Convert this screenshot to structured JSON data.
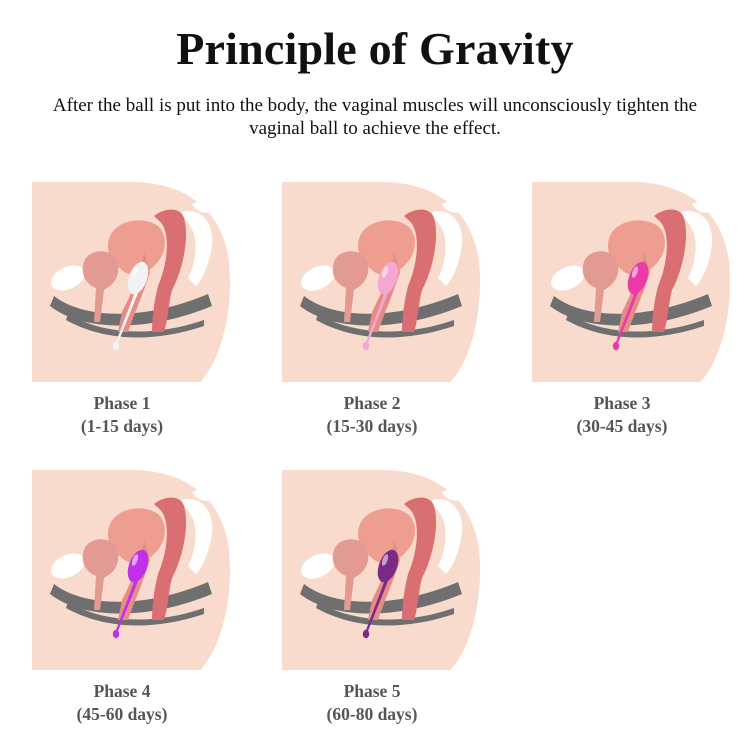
{
  "header": {
    "title": "Principle of Gravity",
    "subtitle": "After the ball is put into the body, the vaginal muscles will unconsciously tighten the vaginal ball to achieve the effect."
  },
  "phases": [
    {
      "label": "Phase 1",
      "days": "(1-15 days)",
      "ball_color": "#f2f2f2"
    },
    {
      "label": "Phase 2",
      "days": "(15-30 days)",
      "ball_color": "#f4a7d0"
    },
    {
      "label": "Phase 3",
      "days": "(30-45 days)",
      "ball_color": "#ea3ba9"
    },
    {
      "label": "Phase 4",
      "days": "(45-60 days)",
      "ball_color": "#c22fe8"
    },
    {
      "label": "Phase 5",
      "days": "(60-80 days)",
      "ball_color": "#7b2a88"
    }
  ],
  "colors": {
    "skin": "#f8dbcc",
    "muscle": "#d96f72",
    "bladder": "#e39a92",
    "uterus": "#ee9e90",
    "bone": "#6f6f6f"
  }
}
